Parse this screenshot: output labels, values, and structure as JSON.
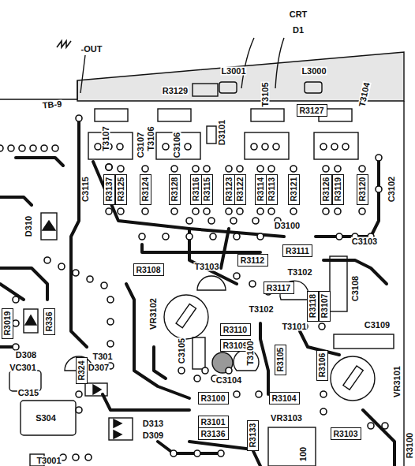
{
  "diagram": {
    "nodes": [
      {
        "text": [
          "R3127"
        ]
      },
      {
        "text": [
          "R3137"
        ]
      },
      {
        "text": [
          "R3125"
        ]
      },
      {
        "text": [
          "R3124"
        ]
      },
      {
        "text": [
          "R3128"
        ]
      },
      {
        "text": [
          "R3116"
        ]
      },
      {
        "text": [
          "R3115"
        ]
      },
      {
        "text": [
          "R3123"
        ]
      },
      {
        "text": [
          "R3122"
        ]
      },
      {
        "text": [
          "R3114"
        ]
      },
      {
        "text": [
          "R3113"
        ]
      },
      {
        "text": [
          "R3121"
        ]
      },
      {
        "text": [
          "R3126"
        ]
      },
      {
        "text": [
          "R3119"
        ]
      },
      {
        "text": [
          "R3120"
        ]
      },
      {
        "text": [
          "R3111"
        ]
      },
      {
        "text": [
          "R3112"
        ]
      },
      {
        "text": [
          "R3108"
        ]
      },
      {
        "text": [
          "R3117"
        ]
      },
      {
        "text": [
          "R3118"
        ]
      },
      {
        "text": [
          "R3107"
        ]
      },
      {
        "text": [
          "R336"
        ]
      },
      {
        "text": [
          "R3019"
        ]
      },
      {
        "text": [
          "R3110"
        ]
      },
      {
        "text": [
          "R3109"
        ]
      },
      {
        "text": [
          "R3105"
        ]
      },
      {
        "text": [
          "R3106"
        ]
      },
      {
        "text": [
          "R324"
        ]
      },
      {
        "text": [
          "R3100"
        ]
      },
      {
        "text": [
          "R3104"
        ]
      },
      {
        "text": [
          "R3101"
        ]
      },
      {
        "text": [
          "R3136"
        ]
      },
      {
        "text": [
          "R3133"
        ]
      },
      {
        "text": [
          "R3103"
        ]
      }
    ],
    "labels": [
      "-OUT",
      "CRT",
      "D1",
      "L3001",
      "L3000",
      "R3129",
      "T3107",
      "T3106",
      "T3105",
      "T3104",
      "TB-9",
      "C3107",
      "C3106",
      "D3101",
      "C3115",
      "C3102",
      "D310",
      "D3100",
      "C3103",
      "T3103",
      "T3102",
      "C3108",
      "T3102",
      "VR3102",
      "C3109",
      "T3101",
      "C3105",
      "T3100",
      "D308",
      "T301",
      "VC301",
      "D307",
      "C3104",
      "VR3101",
      "C315",
      "S304",
      "VR3103",
      "D313",
      "D309",
      "100",
      "R3100",
      "T3001"
    ]
  }
}
